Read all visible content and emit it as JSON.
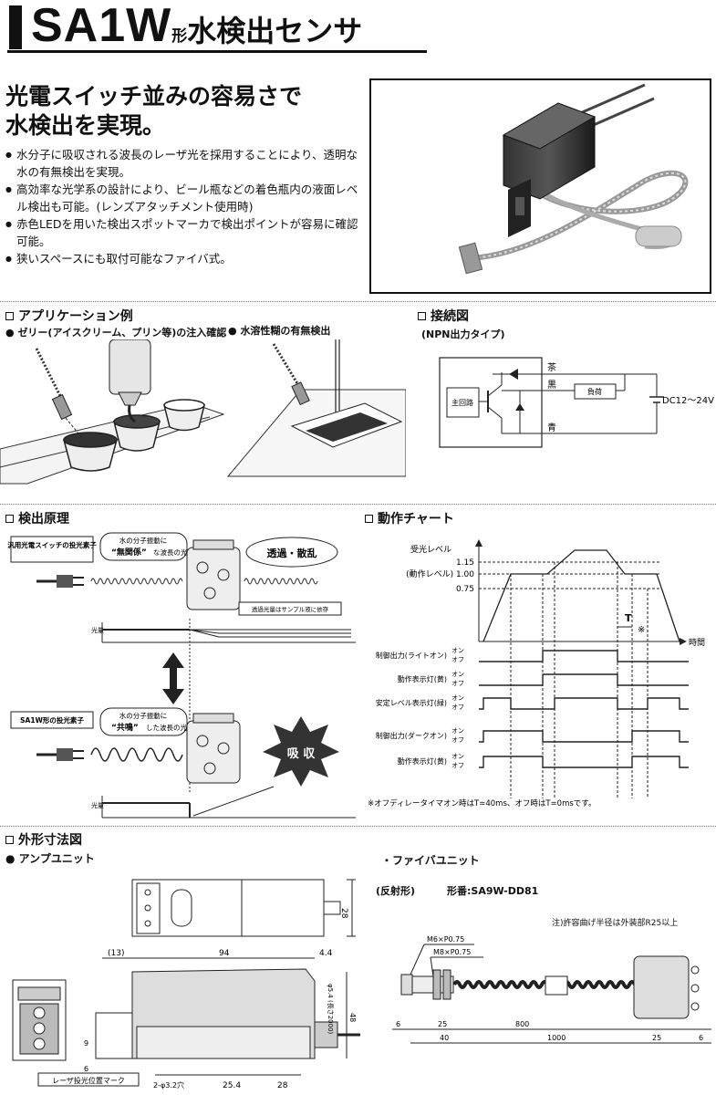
{
  "header": {
    "model": "SA1W",
    "suffix_small": "形",
    "suffix_large": "水検出センサ"
  },
  "headline": {
    "line1": "光電スイッチ並みの容易さで",
    "line2": "水検出を実現。"
  },
  "features": [
    "水分子に吸収される波長のレーザ光を採用することにより、透明な水の有無検出を実現。",
    "高効率な光学系の設計により、ビール瓶などの着色瓶内の液面レベル検出も可能。(レンズアタッチメント使用時)",
    "赤色LEDを用いた検出スポットマーカで検出ポイントが容易に確認可能。",
    "狭いスペースにも取付可能なファイバ式。"
  ],
  "application": {
    "title": "アプリケーション例",
    "item1": "ゼリー(アイスクリーム、プリン等)の注入確認",
    "item2": "水溶性糊の有無検出"
  },
  "connection": {
    "title": "接続図",
    "subtitle": "(NPN出力タイプ)",
    "main_circuit": "主回路",
    "wire_brown": "茶",
    "wire_black": "黒",
    "wire_blue": "青",
    "load": "負荷",
    "voltage": "DC12〜24V"
  },
  "principle": {
    "title": "検出原理",
    "generic_sensor": "汎用光電スイッチの投光素子",
    "generic_wave_line1": "水の分子振動に",
    "generic_wave_word": "“無関係”",
    "generic_wave_suffix": "な波長の光",
    "transmit": "透過・散乱",
    "transmit_note": "透過光量はサンプル液に依存",
    "light_label": "光量",
    "sa1w_sensor": "SA1W形の投光素子",
    "sa1w_wave_line1": "水の分子振動に",
    "sa1w_wave_word": "“共鳴”",
    "sa1w_wave_suffix": "した波長の光",
    "absorb": "吸 収"
  },
  "timing": {
    "title": "動作チャート",
    "level_label": "受光レベル",
    "level_115": "1.15",
    "level_100": "(動作レベル) 1.00",
    "level_075": "0.75",
    "t_label": "T",
    "note_mark": "※",
    "time_label": "時間",
    "on": "オン",
    "off": "オフ",
    "row1": "制御出力(ライトオン)",
    "row2": "動作表示灯(黄)",
    "row3": "安定レベル表示灯(緑)",
    "row4": "制御出力(ダークオン)",
    "row5": "動作表示灯(黄)",
    "footnote": "※オフディレータイマオン時はT=40ms、オフ時はT=0msです。"
  },
  "dimensions": {
    "title": "外形寸法図",
    "amp_unit": "アンプユニット",
    "fiber_unit": "・ファイバユニット",
    "fiber_type": "(反射形)",
    "fiber_model": "形番:SA9W-DD81",
    "note": "注)許容曲げ半径は外装部R25以上",
    "laser_mark": "レーザ投光位置マーク",
    "hole": "2-φ3.2穴",
    "d13": "(13)",
    "d94": "94",
    "d44": "4.4",
    "d28": "28",
    "d48": "48",
    "d9": "9",
    "d6": "6",
    "d254": "25.4",
    "d28b": "28",
    "cable": "φ5.4 (長さ2000)",
    "m6": "M6×P0.75",
    "m8": "M8×P0.75",
    "f6": "6",
    "f25": "25",
    "f800": "800",
    "f40": "40",
    "f1000": "1000",
    "f25b": "25",
    "f6b": "6"
  }
}
